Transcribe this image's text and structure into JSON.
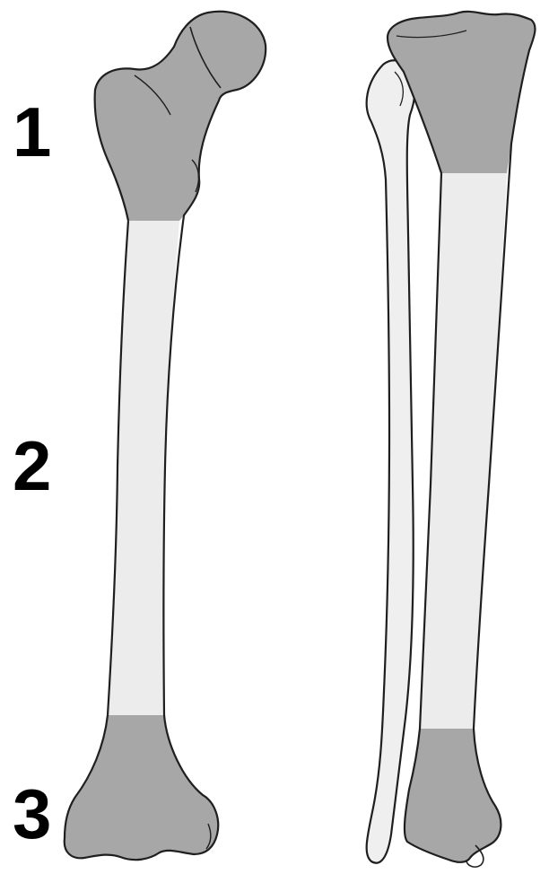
{
  "labels": {
    "proximal": "1",
    "shaft": "2",
    "distal": "3"
  },
  "colors": {
    "background": "#ffffff",
    "epiphysis": "#a7a7a7",
    "diaphysis": "#ececec",
    "fibula": "#efefef",
    "outline": "#1f1f1f"
  }
}
